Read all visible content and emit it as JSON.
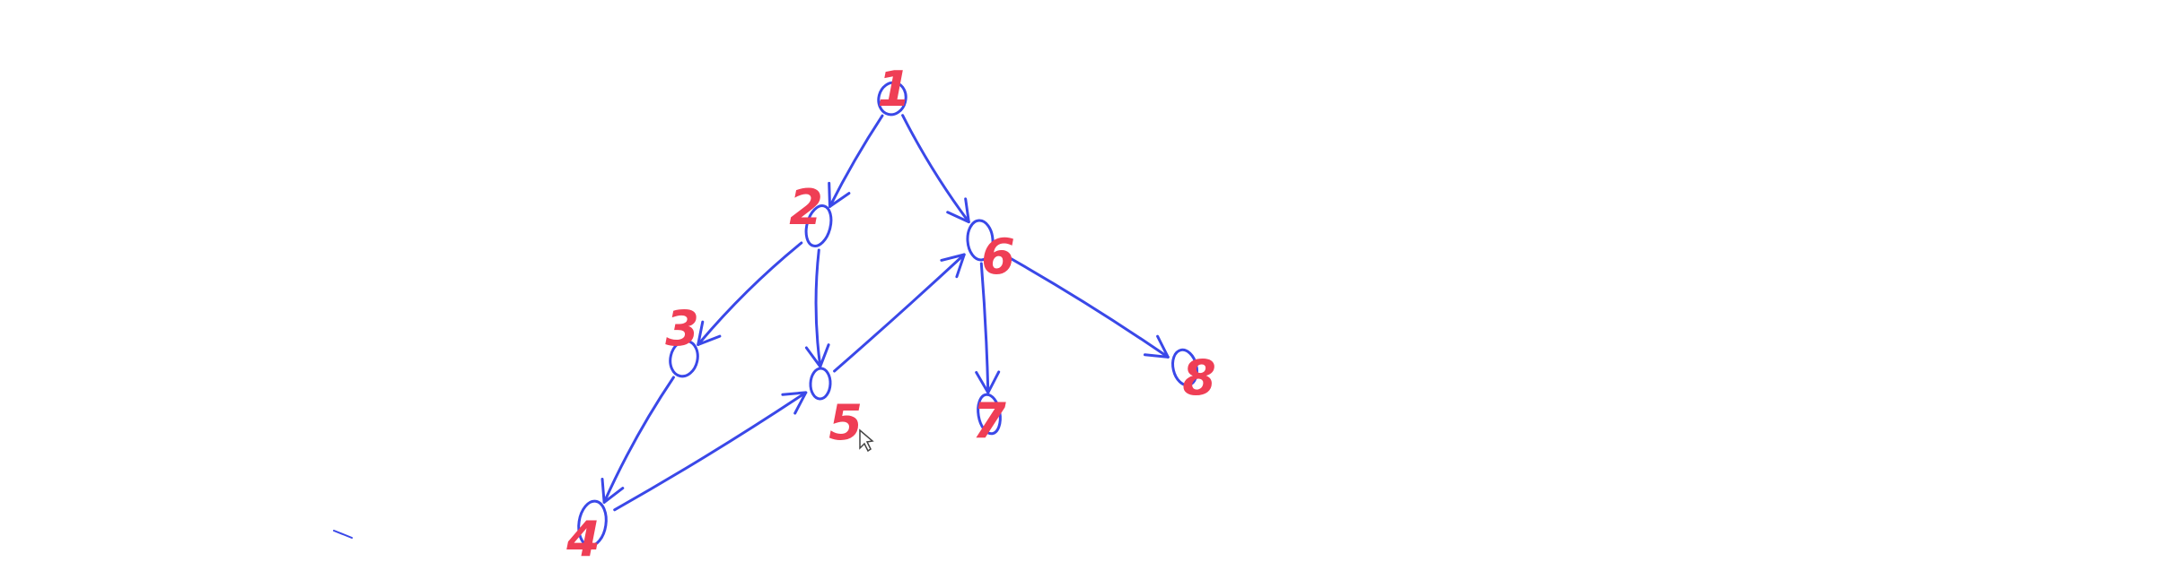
{
  "colors": {
    "edge": "#3a48e8",
    "label": "#ef3e55",
    "background": "#ffffff"
  },
  "nodes": [
    {
      "id": "1",
      "label": "1"
    },
    {
      "id": "2",
      "label": "2"
    },
    {
      "id": "3",
      "label": "3"
    },
    {
      "id": "4",
      "label": "4"
    },
    {
      "id": "5",
      "label": "5"
    },
    {
      "id": "6",
      "label": "6"
    },
    {
      "id": "7",
      "label": "7"
    },
    {
      "id": "8",
      "label": "8"
    }
  ],
  "edges": [
    {
      "from": "1",
      "to": "2"
    },
    {
      "from": "1",
      "to": "6"
    },
    {
      "from": "2",
      "to": "3"
    },
    {
      "from": "2",
      "to": "5"
    },
    {
      "from": "3",
      "to": "4"
    },
    {
      "from": "4",
      "to": "5"
    },
    {
      "from": "5",
      "to": "6"
    },
    {
      "from": "6",
      "to": "7"
    },
    {
      "from": "6",
      "to": "8"
    }
  ]
}
